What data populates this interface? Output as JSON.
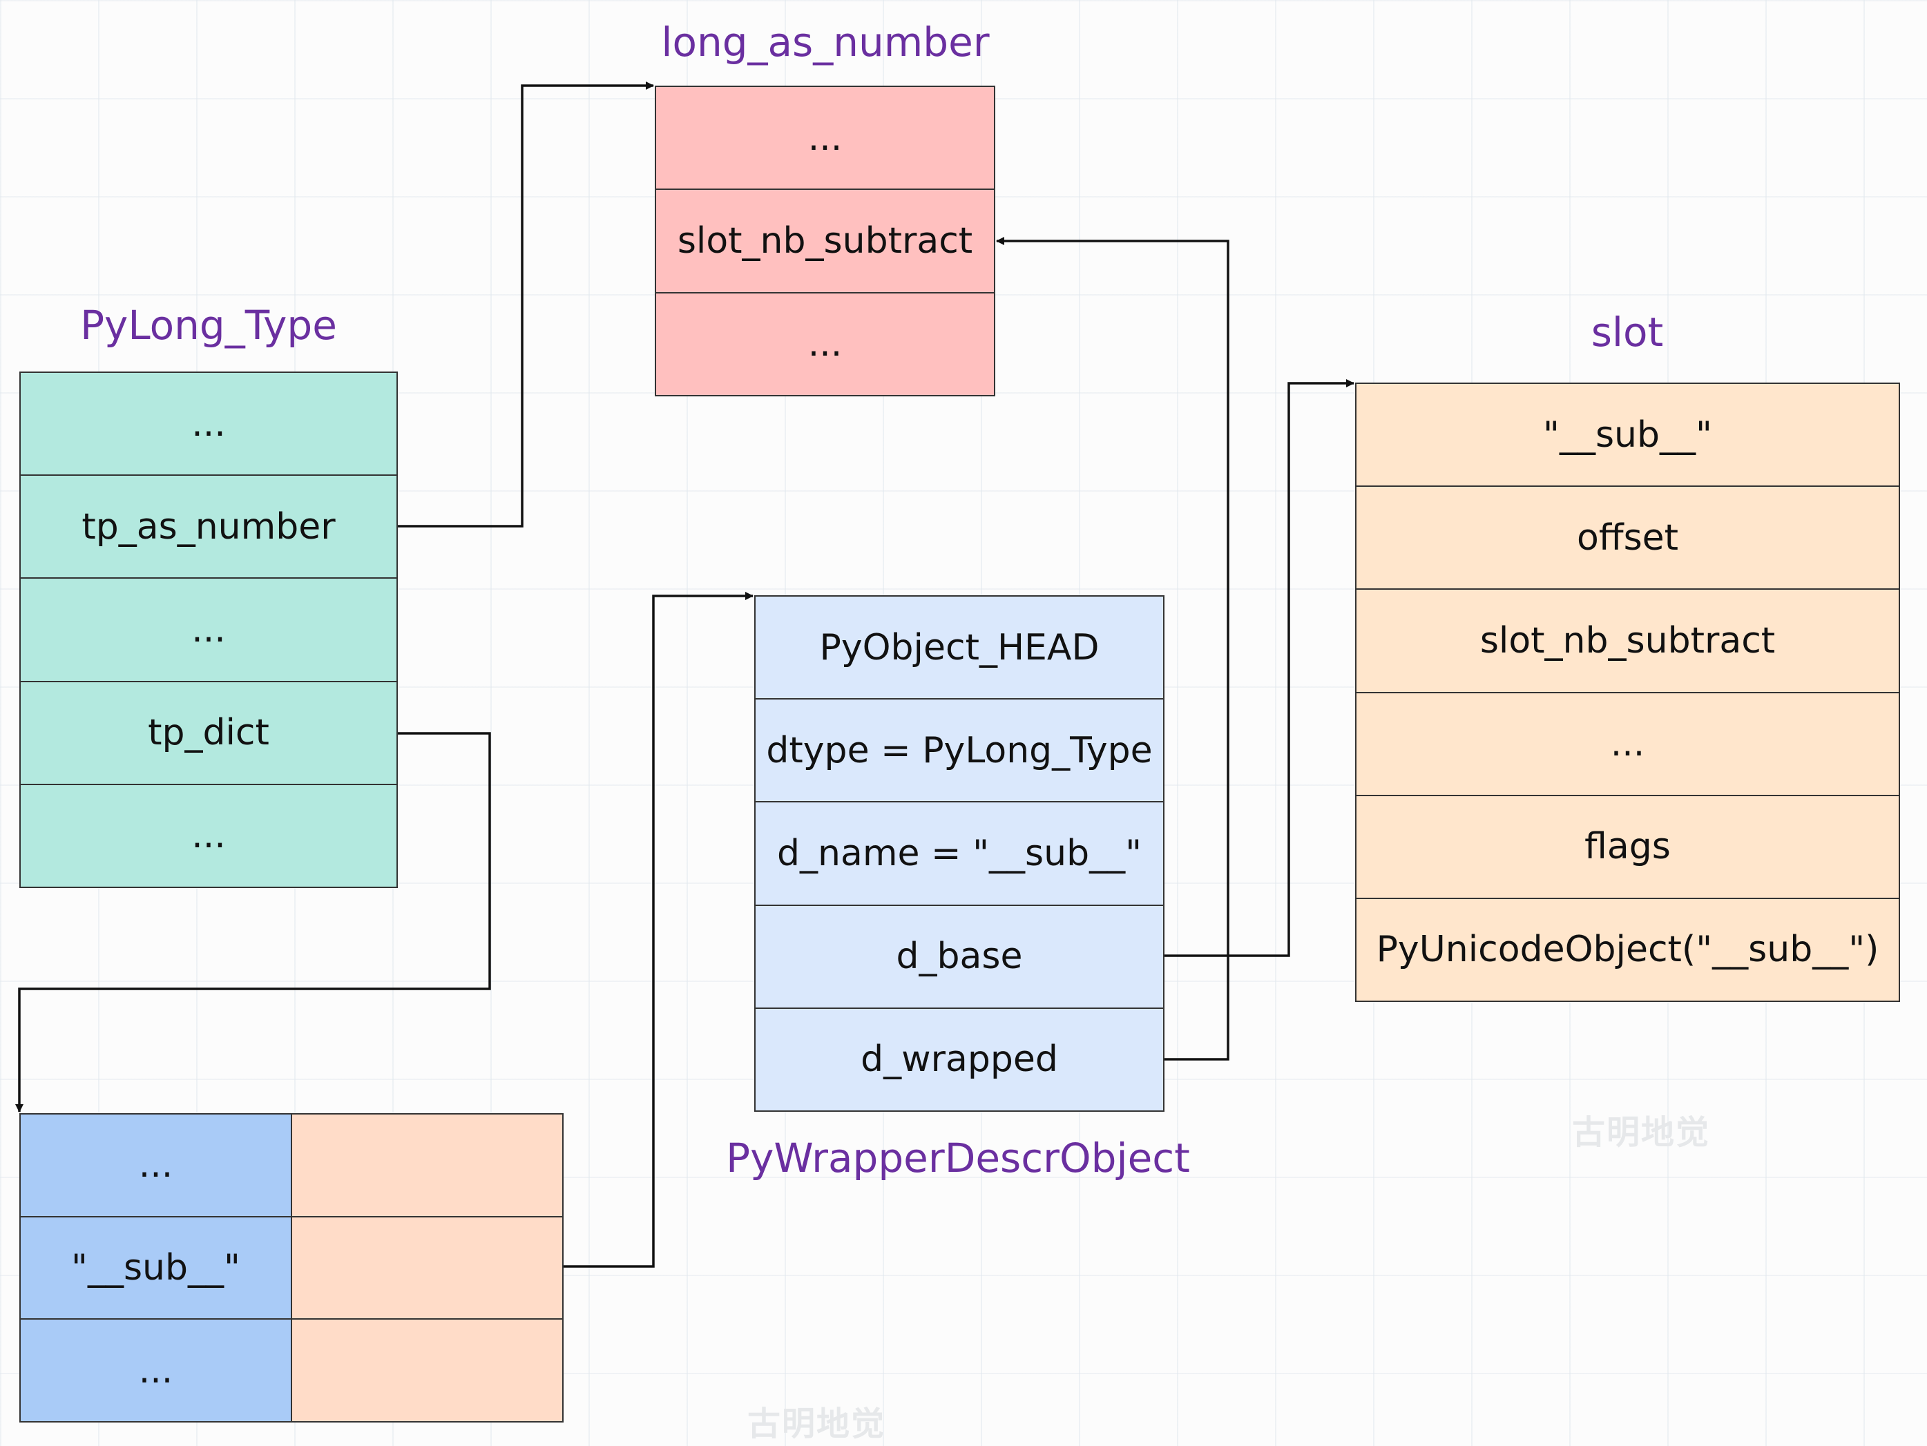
{
  "titles": {
    "long_as_number": "long_as_number",
    "pylong_type": "PyLong_Type",
    "slot": "slot",
    "wrapper": "PyWrapperDescrObject"
  },
  "long_as_number": [
    "...",
    "slot_nb_subtract",
    "..."
  ],
  "pylong_type": [
    "...",
    "tp_as_number",
    "...",
    "tp_dict",
    "..."
  ],
  "wrapper_descr": [
    "PyObject_HEAD",
    "dtype = PyLong_Type",
    "d_name = \"__sub__\"",
    "d_base",
    "d_wrapped"
  ],
  "slot": [
    "\"__sub__\"",
    "offset",
    "slot_nb_subtract",
    "...",
    "flags",
    "PyUnicodeObject(\"__sub__\")"
  ],
  "dict": {
    "keys": [
      "...",
      "\"__sub__\"",
      "..."
    ],
    "values": [
      "",
      "",
      ""
    ]
  },
  "watermarks": [
    "古明地觉",
    "古明地觉"
  ],
  "colors": {
    "title": "#6a2fa0",
    "teal": "#b3e9df",
    "pink": "#ffc0bf",
    "lavender": "#dae8fc",
    "peach": "#ffe6cc",
    "dict_keys": "#a9cbf7",
    "dict_values": "#ffdcc8"
  }
}
